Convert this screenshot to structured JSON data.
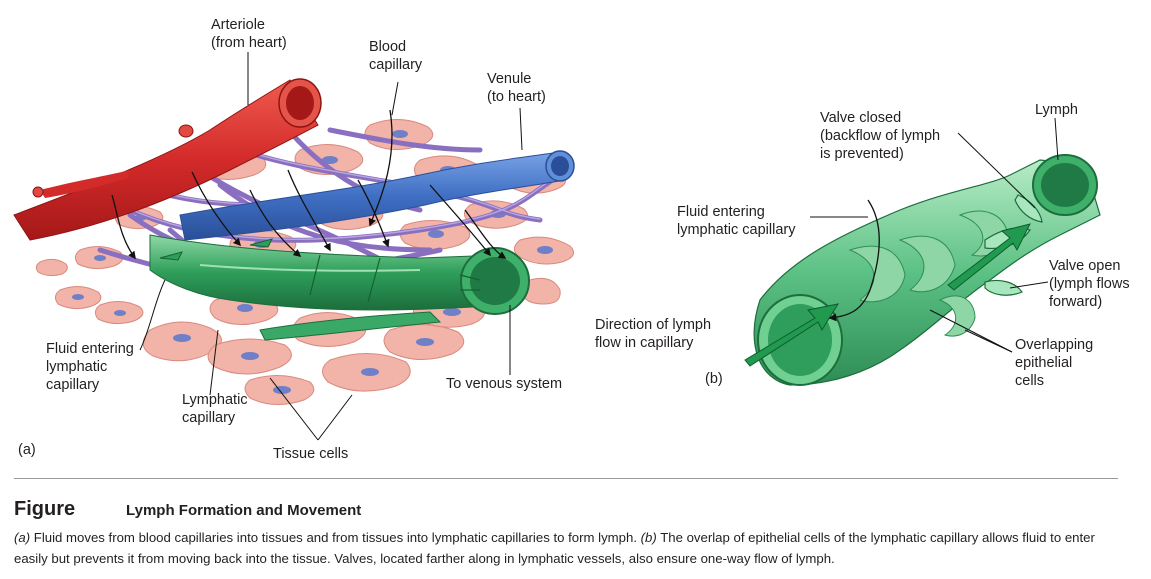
{
  "panel_a": {
    "tag": "(a)",
    "labels": {
      "arteriole": "Arteriole\n(from heart)",
      "blood_capillary": "Blood\ncapillary",
      "venule": "Venule\n(to heart)",
      "fluid_entering": "Fluid entering\nlymphatic\ncapillary",
      "lymphatic_capillary": "Lymphatic\ncapillary",
      "to_venous_system": "To venous system",
      "tissue_cells": "Tissue cells"
    }
  },
  "panel_b": {
    "tag": "(b)",
    "labels": {
      "valve_closed": "Valve closed\n(backflow of lymph\nis prevented)",
      "lymph": "Lymph",
      "fluid_entering": "Fluid entering\nlymphatic capillary",
      "valve_open": "Valve open\n(lymph flows\nforward)",
      "direction": "Direction of lymph\nflow in capillary",
      "overlapping": "Overlapping\nepithelial\ncells"
    }
  },
  "figure": {
    "word": "Figure",
    "title": "Lymph Formation and Movement",
    "caption_a_tag": "(a)",
    "caption_a": " Fluid moves from blood capillaries into tissues and from tissues into lymphatic capillaries to form lymph. ",
    "caption_b_tag": "(b)",
    "caption_b": " The overlap of epithelial cells of the lymphatic capillary allows fluid to enter easily but prevents it from moving back into the tissue. Valves, located farther along in lymphatic vessels, also ensure one-way flow of lymph."
  },
  "colors": {
    "arteriole_red": "#d32a2a",
    "venule_blue": "#3f6fc4",
    "capillary_purple": "#8a6fc0",
    "lymph_green": "#2e9e5a",
    "tissue_pink": "#f2b3a8",
    "nucleus_blue": "#6f7fc8"
  }
}
